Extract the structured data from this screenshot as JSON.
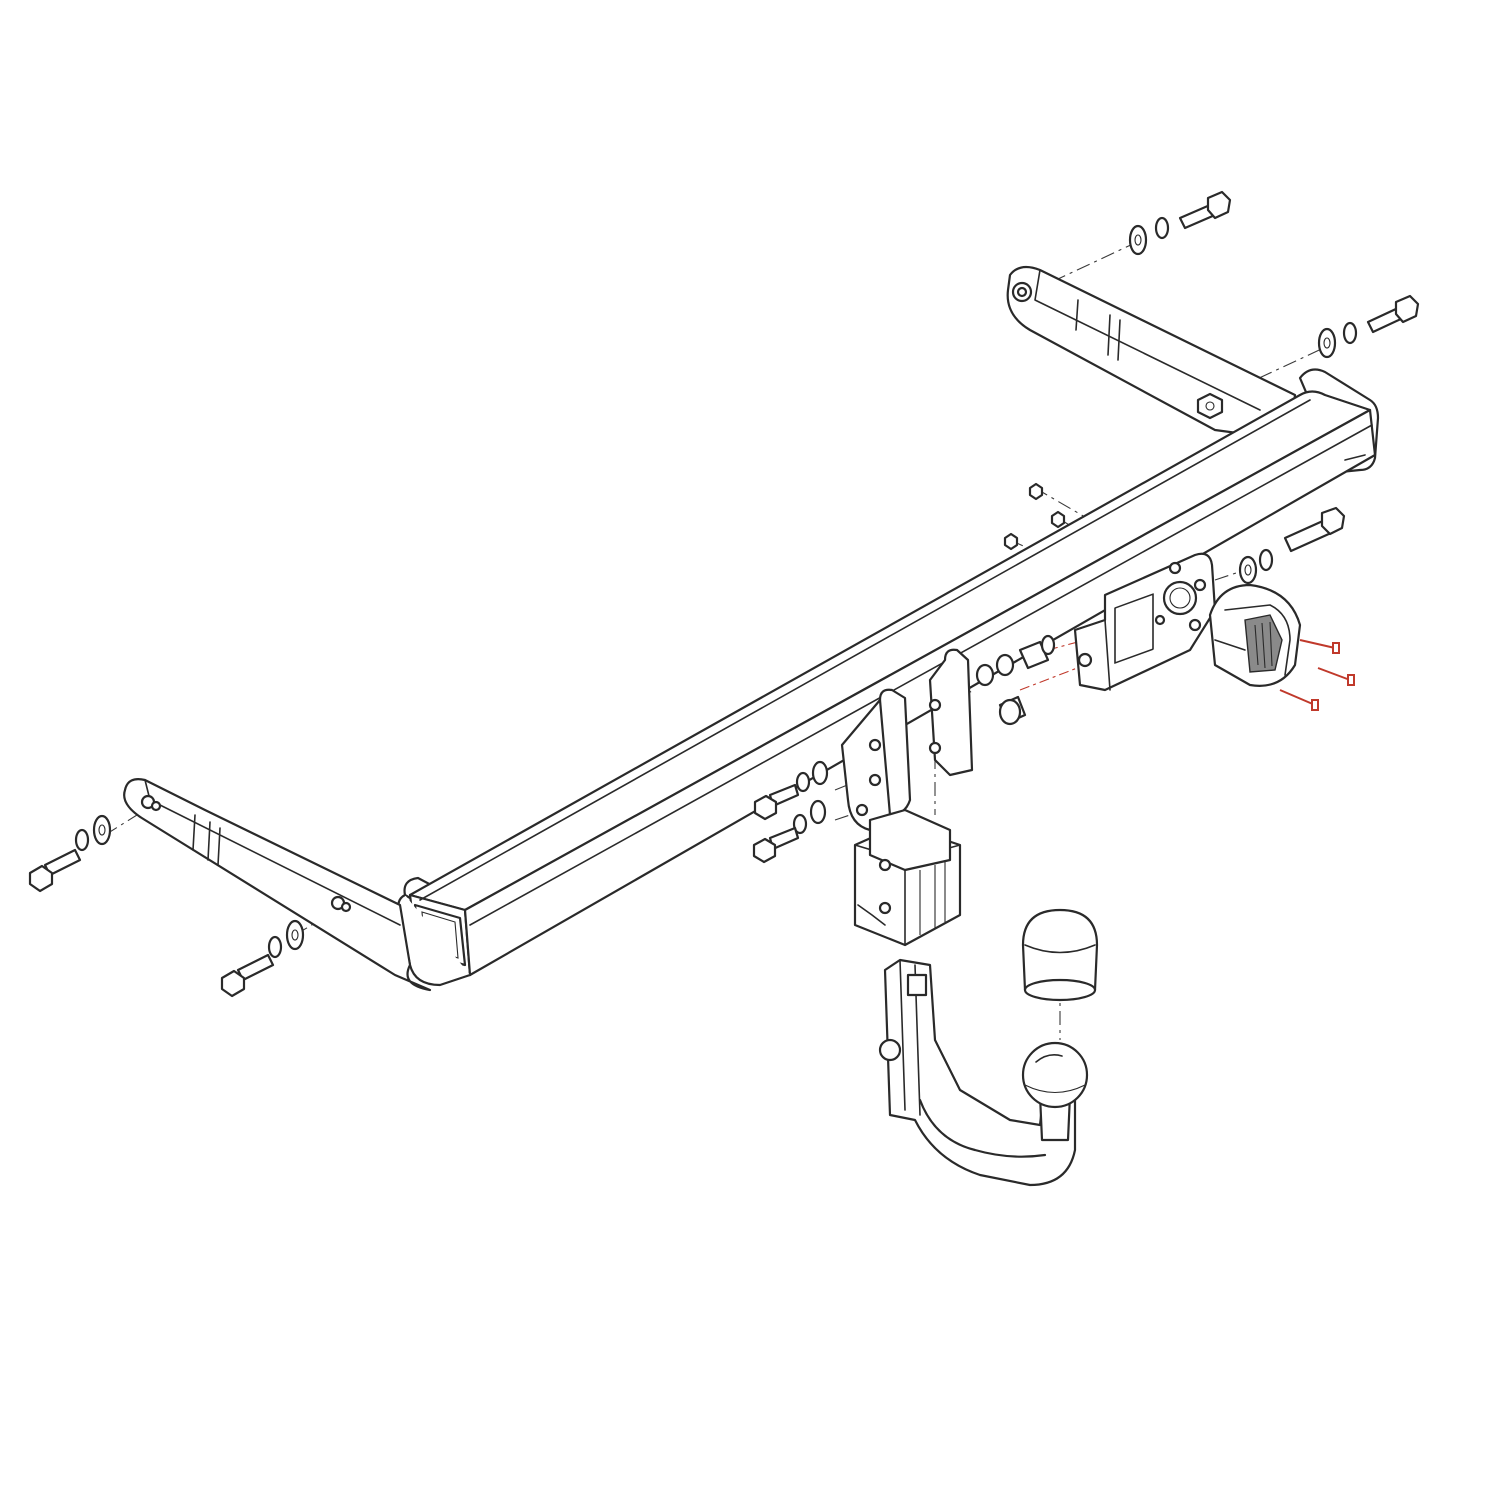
{
  "diagram": {
    "kind": "exploded-assembly-line-drawing",
    "subject": "towbar",
    "colors": {
      "line": "#2a2a2a",
      "background": "#ffffff",
      "highlight_line": "#c0392b",
      "shade": "#8a8a8a"
    },
    "parts": [
      {
        "id": "crossbar",
        "icon": "rectangular-tube"
      },
      {
        "id": "left-side-bracket",
        "icon": "flat-bracket"
      },
      {
        "id": "right-side-bracket",
        "icon": "flat-bracket"
      },
      {
        "id": "receiver-socket",
        "icon": "receiver"
      },
      {
        "id": "electrical-socket-plate",
        "icon": "mounting-plate"
      },
      {
        "id": "electrical-socket",
        "icon": "13-pin-socket"
      },
      {
        "id": "detachable-tow-ball-neck",
        "icon": "swan-neck"
      },
      {
        "id": "tow-ball-cover",
        "icon": "cap"
      },
      {
        "id": "fastener-set",
        "icon": "bolts-washers-nuts"
      }
    ]
  }
}
